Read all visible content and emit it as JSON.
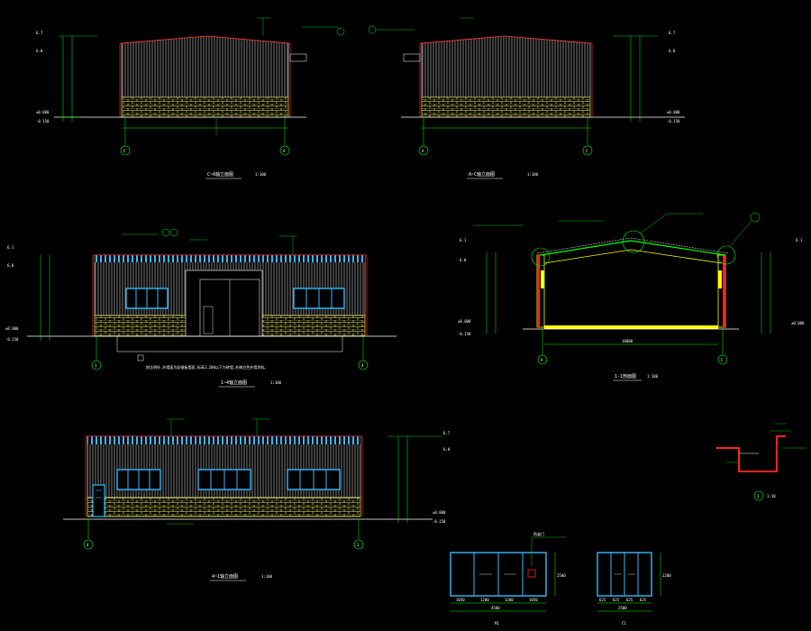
{
  "colors": {
    "background": "#000000",
    "dimension_line": "#00ff00",
    "facade_lines": "#e0e0e0",
    "brick": "#ffff66",
    "window_frame": "#33bbff",
    "roof_edge": "#ff2222",
    "text": "#ffffff",
    "frame_yellow": "#ffff00"
  },
  "views": {
    "view1": {
      "title": "C~A轴立面图",
      "scale": "1:100",
      "axis_left": "C",
      "axis_right": "A",
      "elev_top": "6.7",
      "elev_eave": "6.0",
      "elev_ground": "±0.000",
      "elev_base": "-0.150"
    },
    "view2": {
      "title": "A~C轴立面图",
      "scale": "1:100",
      "axis_left": "A",
      "axis_right": "C",
      "elev_top": "6.7",
      "elev_eave": "6.0",
      "elev_ground": "±0.000",
      "elev_base": "-0.150"
    },
    "view3": {
      "title": "1~4轴立面图",
      "scale": "1:100",
      "axis_left": "1",
      "axis_right": "4",
      "elev_top": "6.1",
      "elev_eave": "6.0",
      "elev_ground": "±0.000",
      "elev_base": "-0.150",
      "note": "除注明外,外墙面为彩钢板墙面,标高1.200以下为砖墙,外刷白色外墙涂料。"
    },
    "view4": {
      "title": "1-1剖面图",
      "scale": "1:100",
      "axis_left": "A",
      "axis_right": "C",
      "span": "18000",
      "elev_top": "6.1",
      "elev_eave": "6.0",
      "elev_ground": "±0.000",
      "elev_base": "-0.150"
    },
    "view5": {
      "title": "4~1轴立面图",
      "scale": "1:100",
      "axis_left": "4",
      "axis_right": "1",
      "elev_top": "6.7",
      "elev_eave": "6.0",
      "elev_ground": "±0.000",
      "elev_base": "-0.150"
    },
    "detail": {
      "title": "1",
      "scale": "1:10"
    },
    "door1": {
      "title": "M1",
      "total": "4500",
      "height": "2500",
      "segments": [
        "1050",
        "1200",
        "1200",
        "1050"
      ],
      "tag": "防盗门"
    },
    "door2": {
      "title": "C1",
      "total": "2500",
      "height": "2200",
      "segments": [
        "625",
        "625",
        "625",
        "625"
      ]
    }
  }
}
